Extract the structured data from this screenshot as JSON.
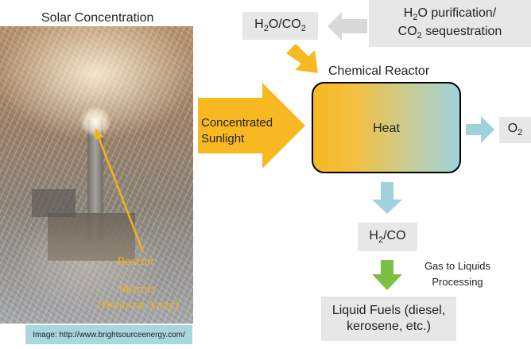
{
  "photo": {
    "title": "Solar Concentration",
    "reactor_label": "Reactor",
    "mirrors_label": "Mirrors",
    "heliostat_label": "(Heliostat Array)",
    "credit": "Image: http://www.brightsourceenergy.com/"
  },
  "h2o_co2": {
    "a": "H",
    "a_sub": "2",
    "b": "O/CO",
    "b_sub": "2"
  },
  "purification": {
    "l1a": "H",
    "l1a_sub": "2",
    "l1b": "O purification/",
    "l2a": "CO",
    "l2a_sub": "2",
    "l2b": " sequestration"
  },
  "reactor": {
    "title": "Chemical Reactor",
    "heat": "Heat"
  },
  "sunlight": {
    "line1": "Concentrated",
    "line2": "Sunlight"
  },
  "o2": {
    "a": "O",
    "a_sub": "2"
  },
  "h2co": {
    "a": "H",
    "a_sub": "2",
    "b": "/CO"
  },
  "gtl": {
    "line1": "Gas to Liquids",
    "line2": "Processing"
  },
  "fuels": {
    "line1": "Liquid Fuels (diesel,",
    "line2": "kerosene, etc.)"
  },
  "colors": {
    "orange": "#f8b821",
    "teal": "#9fd2dc",
    "green": "#7ac143",
    "gray_box": "#e7e7e7",
    "gray_arrow": "#d9d9d9"
  }
}
